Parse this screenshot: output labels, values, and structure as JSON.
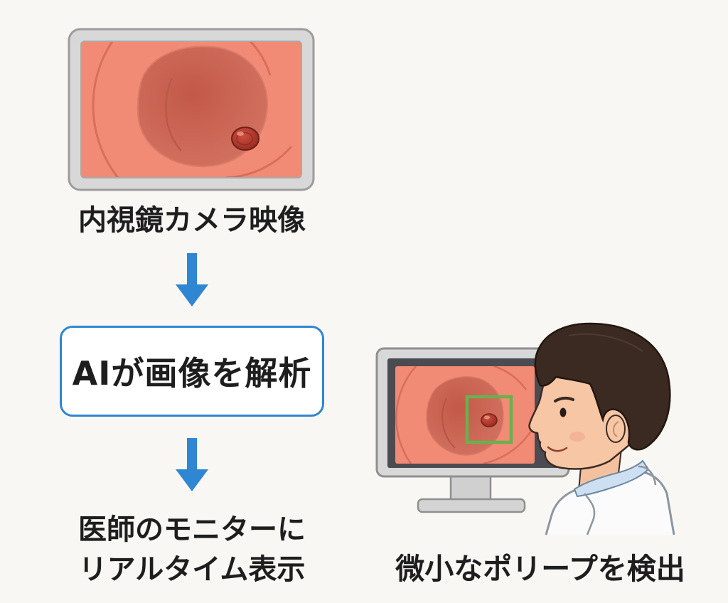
{
  "colors": {
    "background": "#f8f7f4",
    "text": "#1e1e1e",
    "flow_arrow_blue": "#2f86d2",
    "analysis_box_border": "#2f86d2",
    "detection_box_green": "#6ab04c",
    "endoscope_screen_coral": "#f28b75"
  },
  "icons": {
    "flow_arrow": "arrow-down-icon",
    "camera_view": "endoscope-monitor-icon",
    "clinician": "doctor-icon",
    "detection": "bounding-box-icon"
  },
  "flow": {
    "step1_label": "内視鏡カメラ映像",
    "step2_label": "AIが画像を解析",
    "step3_label_line1": "医師のモニターに",
    "step3_label_line2": "リアルタイム表示"
  },
  "detection_panel": {
    "caption": "微小なポリープを検出"
  }
}
